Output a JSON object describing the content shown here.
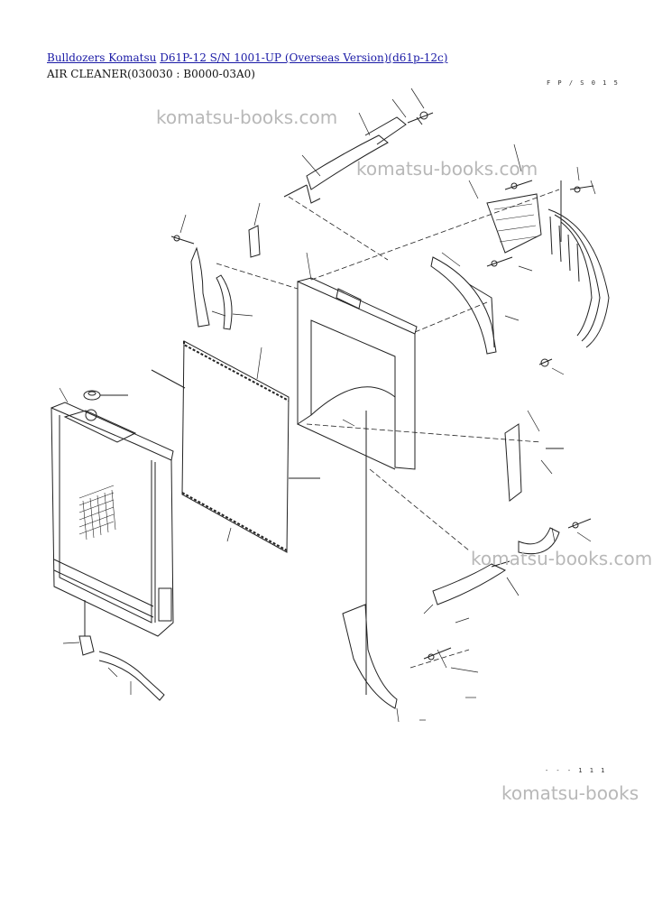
{
  "breadcrumb": {
    "link1": "Bulldozers Komatsu",
    "link2": "D61P-12 S/N 1001-UP (Overseas Version)(d61p-12c)"
  },
  "page_title": "AIR CLEANER(030030 : B0000-03A0)",
  "watermarks": [
    "komatsu-books.com",
    "komatsu-books.com",
    "komatsu-books.com",
    "komatsu-books"
  ],
  "drawing_codes": [
    "F P / S 0 1 5",
    "- - - 1 1 1"
  ],
  "colors": {
    "link": "#1a1aa6",
    "watermark": "#b8b8b8",
    "line": "#222222"
  }
}
